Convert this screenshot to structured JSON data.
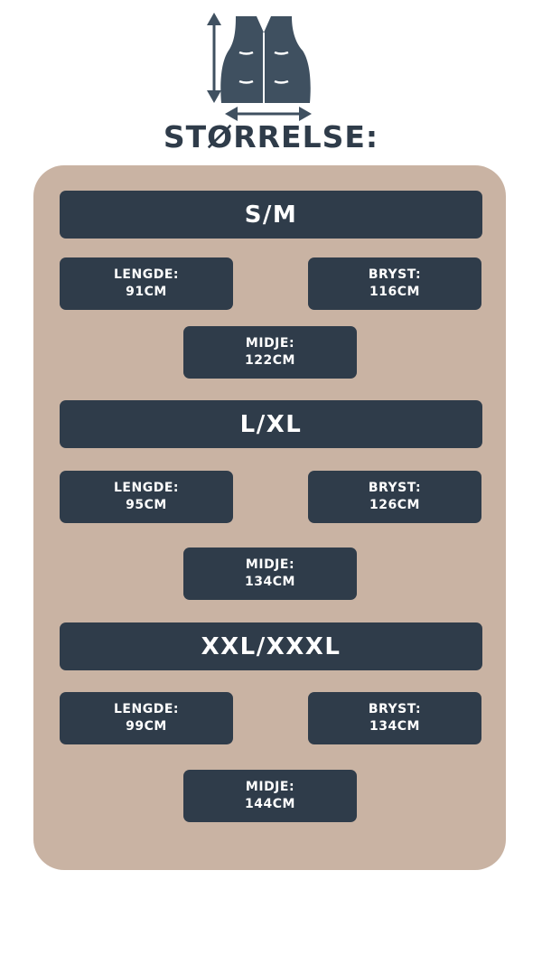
{
  "title": "STØRRELSE:",
  "icon": "vest-measurement-icon",
  "colors": {
    "dark": "#2f3c4a",
    "panel": "#c9b3a3",
    "icon": "#3f5060"
  },
  "sizes": [
    {
      "label": "S/M",
      "lengde_label": "LENGDE:",
      "lengde_value": "91CM",
      "bryst_label": "BRYST:",
      "bryst_value": "116CM",
      "midje_label": "MIDJE:",
      "midje_value": "122CM"
    },
    {
      "label": "L/XL",
      "lengde_label": "LENGDE:",
      "lengde_value": "95CM",
      "bryst_label": "BRYST:",
      "bryst_value": "126CM",
      "midje_label": "MIDJE:",
      "midje_value": "134CM"
    },
    {
      "label": "XXL/XXXL",
      "lengde_label": "LENGDE:",
      "lengde_value": "99CM",
      "bryst_label": "BRYST:",
      "bryst_value": "134CM",
      "midje_label": "MIDJE:",
      "midje_value": "144CM"
    }
  ]
}
